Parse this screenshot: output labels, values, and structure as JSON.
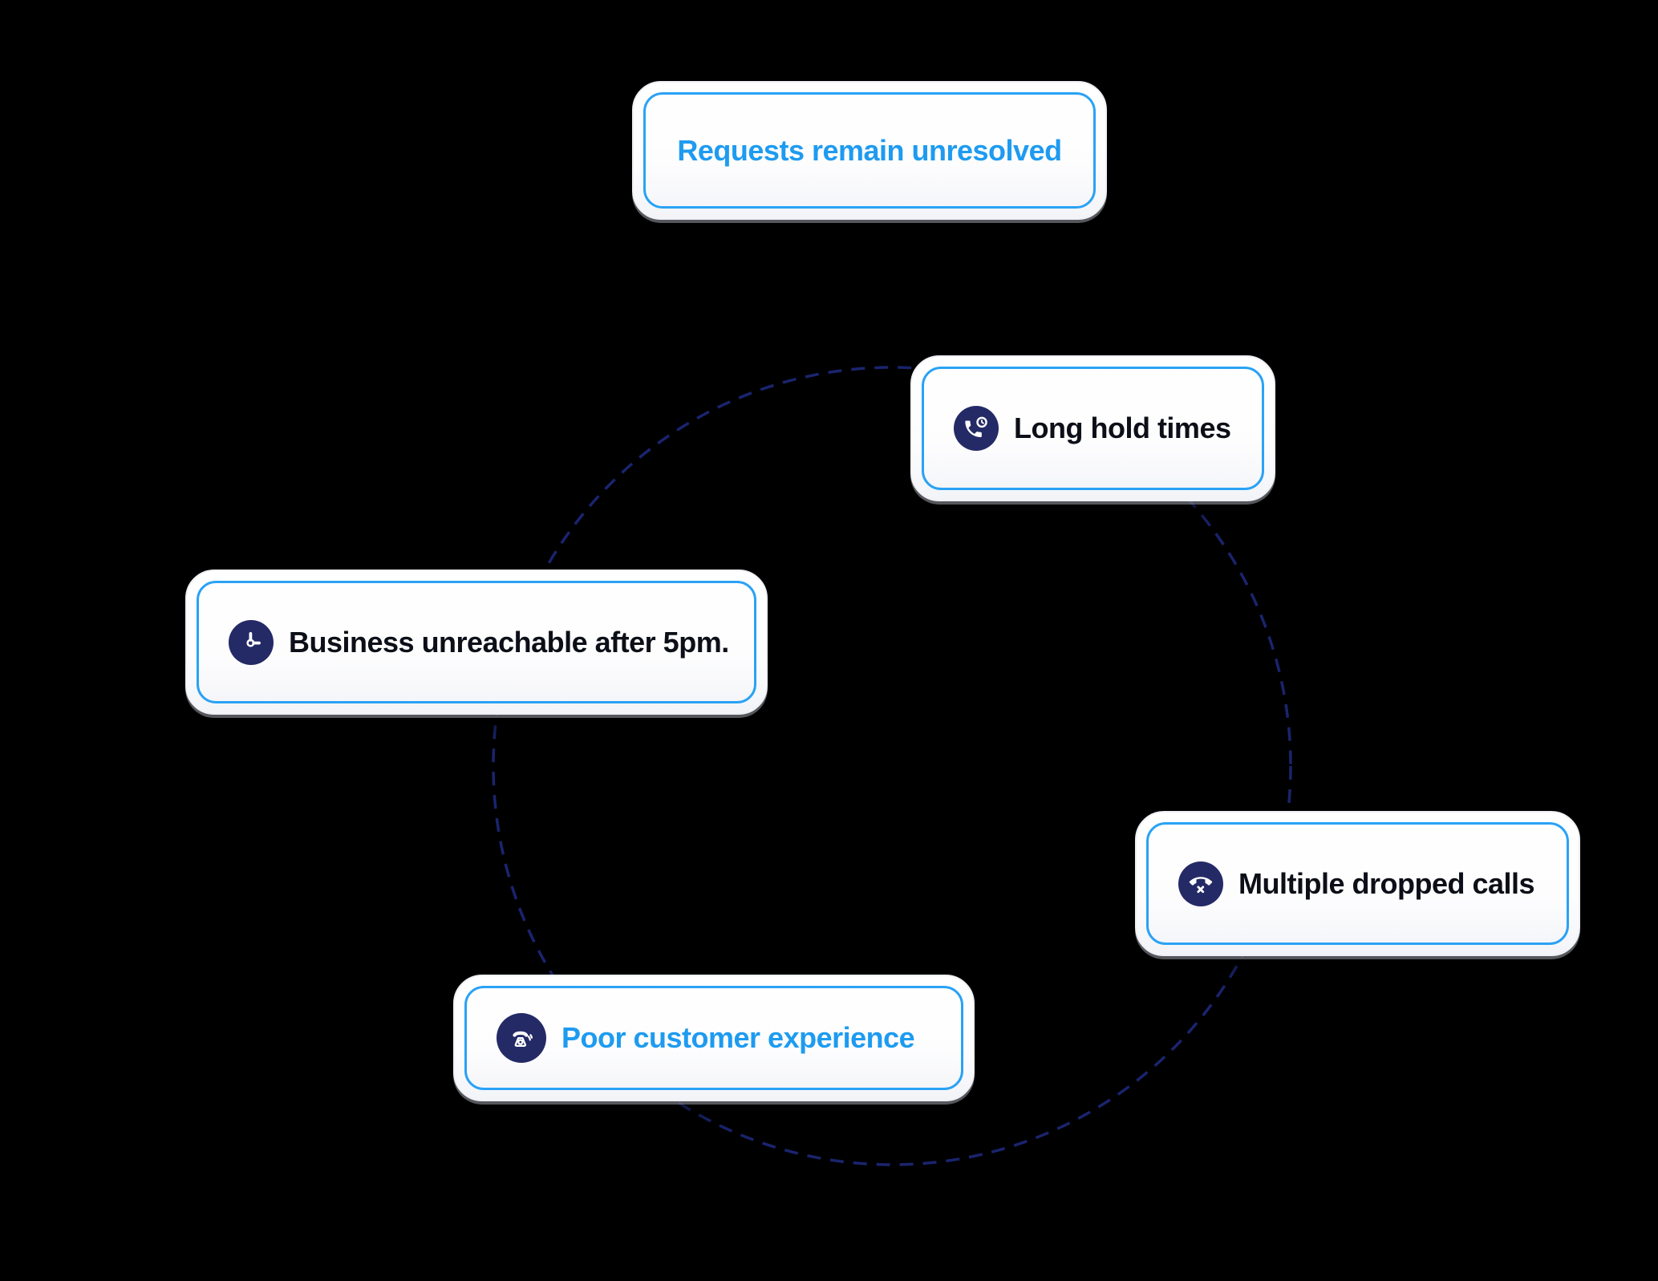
{
  "diagram": {
    "kind": "cycle-diagram",
    "background_color": "#000000",
    "dashed_circle_color": "#1a246e",
    "colors": {
      "accent_blue": "#1e9bf0",
      "border_blue": "#2aa2f5",
      "icon_circle_navy": "#242a66",
      "text_dark": "#0c0f17",
      "card_bg": "#ffffff"
    },
    "nodes": [
      {
        "label": "Requests remain unresolved",
        "icon": null,
        "text_style": "blue"
      },
      {
        "label": "Long hold times",
        "icon": "phone-hold-icon",
        "text_style": "dark"
      },
      {
        "label": "Business unreachable after 5pm.",
        "icon": "clock-icon",
        "text_style": "dark"
      },
      {
        "label": "Multiple dropped calls",
        "icon": "phone-dropped-icon",
        "text_style": "dark"
      },
      {
        "label": "Poor customer experience",
        "icon": "telephone-ringing-icon",
        "text_style": "blue"
      }
    ]
  }
}
